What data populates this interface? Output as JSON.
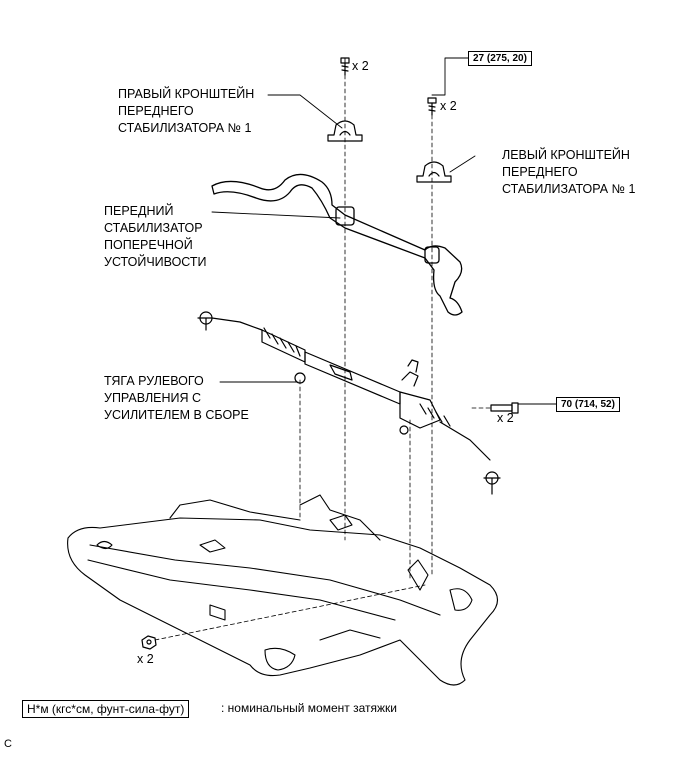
{
  "labels": {
    "right_bracket": [
      "ПРАВЫЙ КРОНШТЕЙН",
      "ПЕРЕДНЕГО",
      "СТАБИЛИЗАТОРА № 1"
    ],
    "left_bracket": [
      "ЛЕВЫЙ КРОНШТЕЙН",
      "ПЕРЕДНЕГО",
      "СТАБИЛИЗАТОРА № 1"
    ],
    "stabilizer": [
      "ПЕРЕДНИЙ",
      "СТАБИЛИЗАТОР",
      "ПОПЕРЕЧНОЙ",
      "УСТОЙЧИВОСТИ"
    ],
    "steering_link": [
      "ТЯГА РУЛЕВОГО",
      "УПРАВЛЕНИЯ С",
      "УСИЛИТЕЛЕМ В СБОРЕ"
    ]
  },
  "torque": {
    "bracket_bolts": "27 (275, 20)",
    "rack_bolts": "70 (714, 52)"
  },
  "quantities": {
    "bolt_top_left": "x 2",
    "bolt_top_right": "x 2",
    "rack_bolt": "x 2",
    "nut": "x 2"
  },
  "legend": {
    "unit": "Н*м (кгс*см, фунт-сила-фут)",
    "description": ": номинальный момент затяжки"
  },
  "corner_mark": "C"
}
